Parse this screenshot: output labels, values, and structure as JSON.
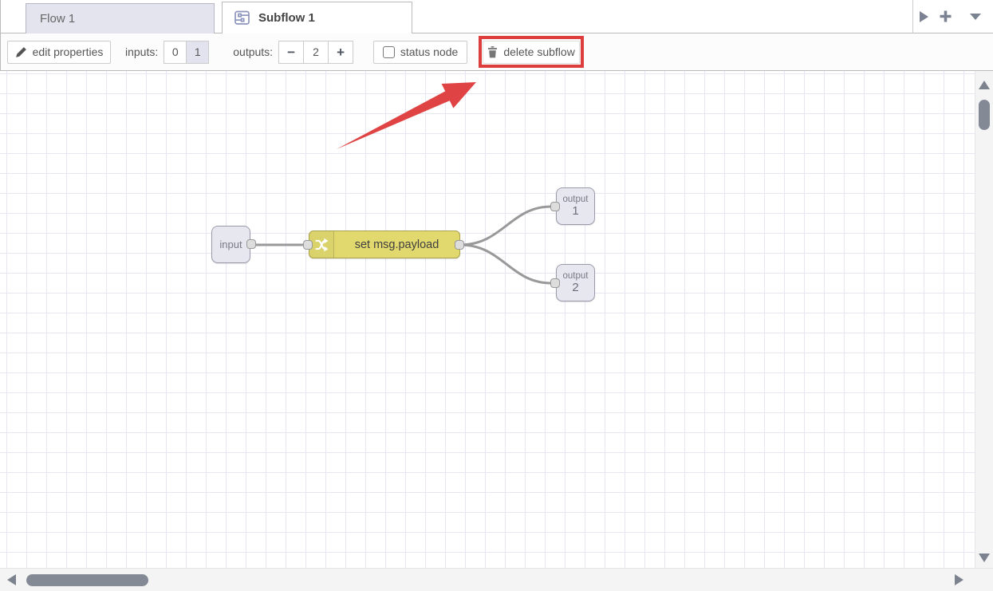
{
  "tabbar": {
    "tabs": [
      {
        "label": "Flow 1",
        "active": false
      },
      {
        "label": "Subflow 1",
        "active": true
      }
    ]
  },
  "toolbar": {
    "edit_properties_label": "edit properties",
    "inputs_label": "inputs:",
    "inputs_options": [
      "0",
      "1"
    ],
    "inputs_selected": "1",
    "outputs_label": "outputs:",
    "outputs_decrease": "−",
    "outputs_value": "2",
    "outputs_increase": "+",
    "status_node_label": "status node",
    "status_node_checked": false,
    "delete_subflow_label": "delete subflow"
  },
  "canvas": {
    "nodes": [
      {
        "id": "input",
        "type": "subflow-input",
        "label": "input"
      },
      {
        "id": "change",
        "type": "change",
        "label": "set msg.payload",
        "color": "#e2d96e"
      },
      {
        "id": "output1",
        "type": "subflow-output",
        "label": "output",
        "number": "1"
      },
      {
        "id": "output2",
        "type": "subflow-output",
        "label": "output",
        "number": "2"
      }
    ],
    "wires": [
      {
        "from": "input",
        "to": "change"
      },
      {
        "from": "change",
        "to": "output1"
      },
      {
        "from": "change",
        "to": "output2"
      }
    ],
    "grid_color": "#e7e7f3",
    "wire_color": "#999999",
    "io_node_fill": "#e7e7f0"
  },
  "annotation": {
    "color": "#e04343",
    "highlighted_button": "delete subflow"
  }
}
